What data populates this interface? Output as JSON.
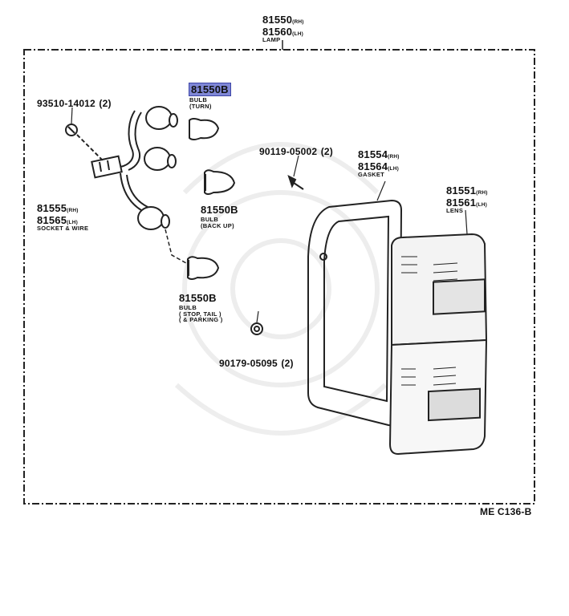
{
  "diagram_code": "ME C136-B",
  "parts": {
    "lamp": {
      "pn_rh": "81550",
      "rh": "(RH)",
      "pn_lh": "81560",
      "lh": "(LH)",
      "name": "LAMP"
    },
    "screw_top": {
      "pn": "93510-14012",
      "qty": "(2)"
    },
    "bulb_turn": {
      "pn": "81550B",
      "name": "BULB",
      "desc": "(TURN)",
      "highlighted": true
    },
    "screw_mid": {
      "pn": "90119-05002",
      "qty": "(2)"
    },
    "gasket": {
      "pn_rh": "81554",
      "rh": "(RH)",
      "pn_lh": "81564",
      "lh": "(LH)",
      "name": "GASKET"
    },
    "lens": {
      "pn_rh": "81551",
      "rh": "(RH)",
      "pn_lh": "81561",
      "lh": "(LH)",
      "name": "LENS"
    },
    "socket_wire": {
      "pn_rh": "81555",
      "rh": "(RH)",
      "pn_lh": "81565",
      "lh": "(LH)",
      "name": "SOCKET & WIRE"
    },
    "bulb_backup": {
      "pn": "81550B",
      "name": "BULB",
      "desc": "(BACK UP)"
    },
    "bulb_stop": {
      "pn": "81550B",
      "name": "BULB",
      "desc1": "( STOP, TAIL )",
      "desc2": "( & PARKING )"
    },
    "nut": {
      "pn": "90179-05095",
      "qty": "(2)"
    }
  },
  "colors": {
    "highlight": "#7f87d6",
    "ink": "#111111"
  }
}
